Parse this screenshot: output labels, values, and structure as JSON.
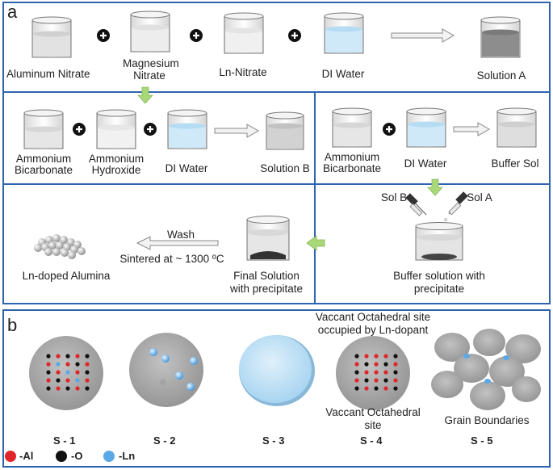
{
  "panel_a": {
    "label": "a",
    "row1": {
      "aluminum": "Aluminum Nitrate",
      "magnesium_l1": "Magnesium",
      "magnesium_l2": "Nitrate",
      "ln": "Ln-Nitrate",
      "water": "DI Water",
      "solution_a": "Solution A"
    },
    "row2_left": {
      "ab_l1": "Ammonium",
      "ab_l2": "Bicarbonate",
      "ah_l1": "Ammonium",
      "ah_l2": "Hydroxide",
      "water": "DI Water",
      "solution_b": "Solution B"
    },
    "row2_right": {
      "ab_l1": "Ammonium",
      "ab_l2": "Bicarbonate",
      "water": "DI Water",
      "buffer": "Buffer Sol"
    },
    "row3_right": {
      "sol_b": "Sol B",
      "sol_a": "Sol A",
      "result_l1": "Buffer solution with",
      "result_l2": "precipitate"
    },
    "row3_left": {
      "wash": "Wash",
      "sintered": "Sintered at ~ 1300 ºC",
      "product": "Ln-doped Alumina",
      "final_l1": "Final Solution",
      "final_l2": "with precipitate"
    }
  },
  "panel_b": {
    "label": "b",
    "samples": [
      "S - 1",
      "S - 2",
      "S - 3",
      "S - 4",
      "S - 5"
    ],
    "annot_top_l1": "Vaccant Octahedral site",
    "annot_top_l2": "occupied by Ln-dopant",
    "annot_bottom_l1": "Vaccant Octahedral",
    "annot_bottom_l2": "site",
    "grain": "Grain Boundaries",
    "legend": [
      {
        "label": "-Al",
        "color": "#e0262b"
      },
      {
        "label": "-O",
        "color": "#111111"
      },
      {
        "label": "-Ln",
        "color": "#5aa9e6"
      }
    ]
  },
  "colors": {
    "frame": "#2f63b0",
    "green_arrow": "#a8d878",
    "water": "#bde0f4",
    "disc": "#a9a9a9"
  }
}
